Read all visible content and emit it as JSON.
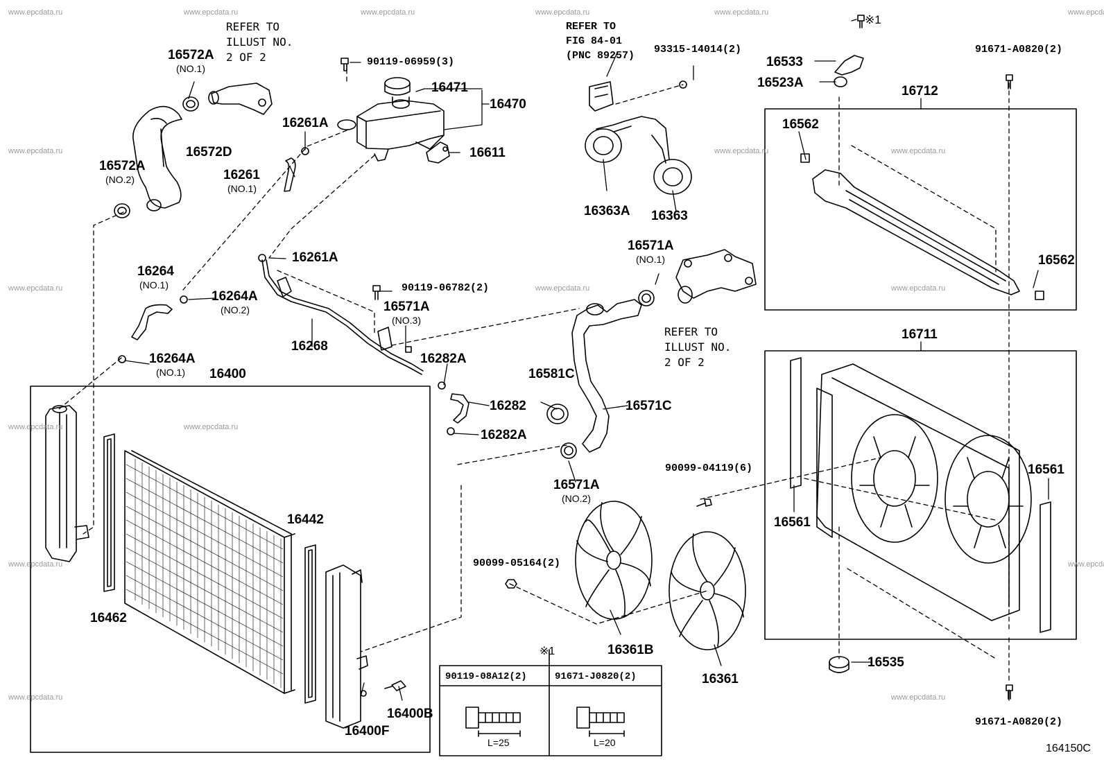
{
  "watermark": "www.epcdata.ru",
  "figure_number": "164150C",
  "parts": {
    "p16572A_1": "16572A",
    "p16572A_1_sub": "(NO.1)",
    "p16572D": "16572D",
    "p16572A_2": "16572A",
    "p16572A_2_sub": "(NO.2)",
    "p90119_06959": "90119-06959(3)",
    "p16471": "16471",
    "p16470": "16470",
    "p16261A_top": "16261A",
    "p16611": "16611",
    "p16261": "16261",
    "p16261_sub": "(NO.1)",
    "p16261A_mid": "16261A",
    "p16264": "16264",
    "p16264_sub": "(NO.1)",
    "p16264A_2": "16264A",
    "p16264A_2_sub": "(NO.2)",
    "p16264A_1": "16264A",
    "p16264A_1_sub": "(NO.1)",
    "p16268": "16268",
    "p90119_06782": "90119-06782(2)",
    "p16571A_3": "16571A",
    "p16571A_3_sub": "(NO.3)",
    "p16282A_top": "16282A",
    "p16282": "16282",
    "p16282A_bot": "16282A",
    "p16400": "16400",
    "p16442": "16442",
    "p16462": "16462",
    "p16400B": "16400B",
    "p16400F": "16400F",
    "p93315_14014": "93315-14014(2)",
    "p16363A": "16363A",
    "p16363": "16363",
    "p16571A_1": "16571A",
    "p16571A_1_sub": "(NO.1)",
    "p16581C": "16581C",
    "p16571C": "16571C",
    "p16571A_2": "16571A",
    "p16571A_2_sub": "(NO.2)",
    "p90099_04119": "90099-04119(6)",
    "p90099_05164": "90099-05164(2)",
    "p16361B": "16361B",
    "p16361": "16361",
    "p16533": "16533",
    "p16523A": "16523A",
    "p91671_A0820_top": "91671-A0820(2)",
    "p16712": "16712",
    "p16562_a": "16562",
    "p16562_b": "16562",
    "p16711": "16711",
    "p16561_a": "16561",
    "p16561_b": "16561",
    "p16535": "16535",
    "p91671_A0820_bot": "91671-A0820(2)",
    "mark_x1_top": "※1",
    "mark_x1_box": "※1"
  },
  "notes": {
    "refer_top_left": "REFER TO\nILLUST NO.\n2 OF 2",
    "refer_fig": "REFER TO\nFIG 84-01\n(PNC 89257)",
    "refer_mid_right": "REFER TO\nILLUST NO.\n2 OF 2"
  },
  "bolt_table": {
    "col1_part": "90119-08A12(2)",
    "col1_len": "L=25",
    "col2_part": "91671-J0820(2)",
    "col2_len": "L=20"
  }
}
